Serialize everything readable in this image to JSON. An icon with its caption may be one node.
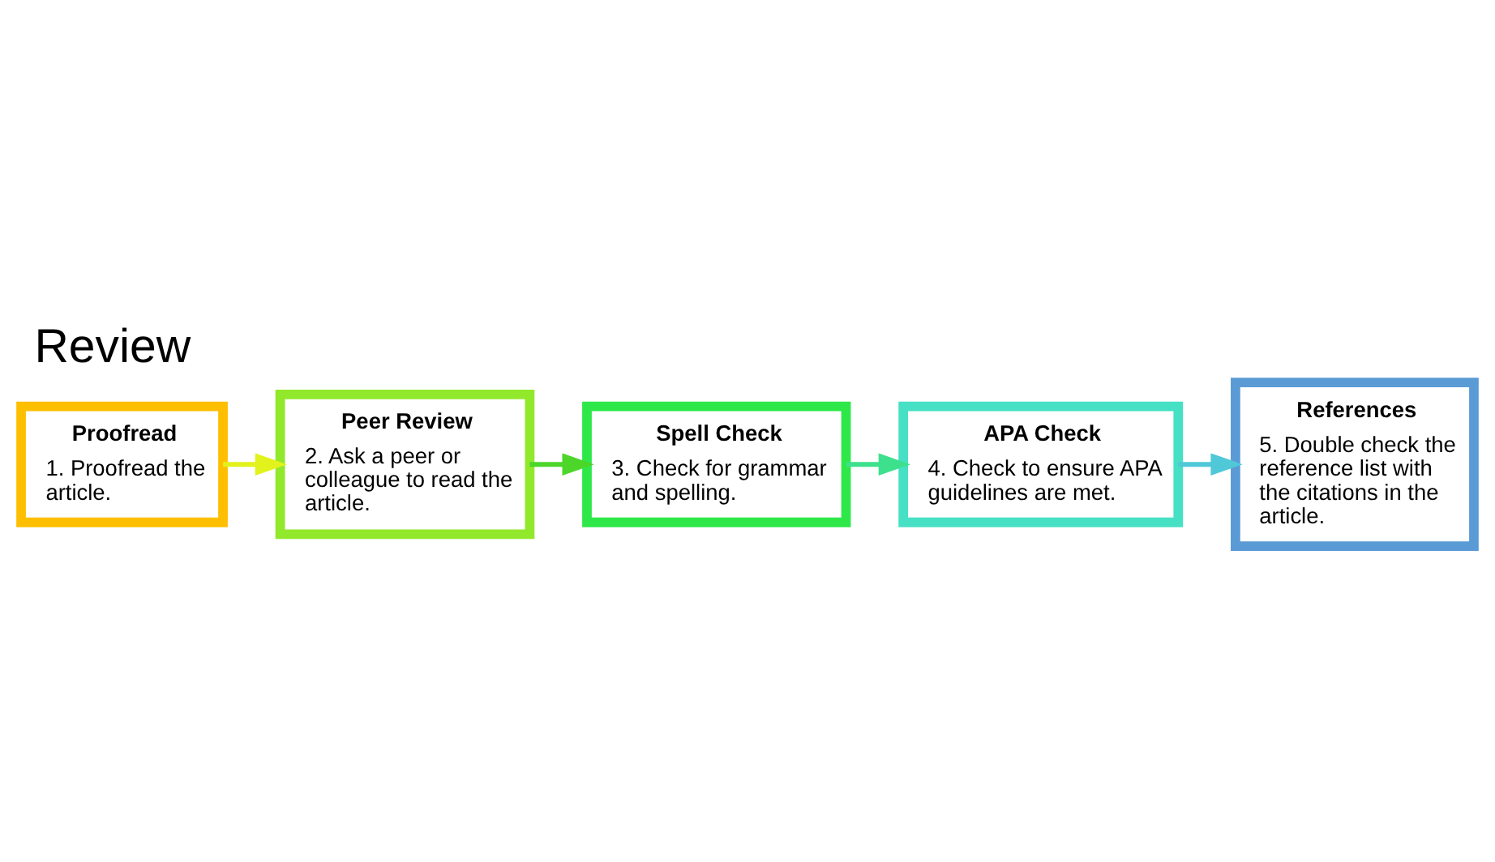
{
  "diagram": {
    "title": "Review",
    "nodes": [
      {
        "text": [
          "Proofread",
          "1. Proofread the article."
        ]
      },
      {
        "text": [
          "Peer Review",
          "2. Ask a peer or colleague to read the article."
        ]
      },
      {
        "text": [
          "Spell Check",
          "3. Check for grammar and spelling."
        ]
      },
      {
        "text": [
          "APA Check",
          "4. Check to ensure APA guidelines are met."
        ]
      },
      {
        "text": [
          "References",
          "5. Double check the reference list with the citations in the article."
        ]
      }
    ],
    "edges": [
      {
        "from": 0,
        "to": 1,
        "arrow": "to",
        "color": "#e2f21c"
      },
      {
        "from": 1,
        "to": 2,
        "arrow": "to",
        "color": "#4cd62a"
      },
      {
        "from": 2,
        "to": 3,
        "arrow": "to",
        "color": "#3de08c"
      },
      {
        "from": 3,
        "to": 4,
        "arrow": "to",
        "color": "#4fc8d8"
      }
    ]
  }
}
